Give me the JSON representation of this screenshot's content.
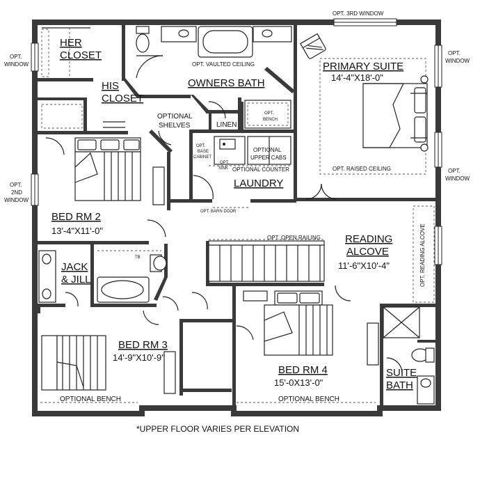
{
  "plan": {
    "rooms": {
      "her_closet": [
        "HER",
        "CLOSET"
      ],
      "his_closet": [
        "HIS",
        "CLOSET"
      ],
      "owners_bath": "OWNERS BATH",
      "primary_suite": "PRIMARY SUITE",
      "primary_suite_dim": "14'-4\"X18'-0\"",
      "laundry": "LAUNDRY",
      "linen": "LINEN",
      "bed2": "BED RM 2",
      "bed2_dim": "13'-4\"X11'-0\"",
      "jack_jill": [
        "JACK",
        "& JILL"
      ],
      "reading_alcove": [
        "READING",
        "ALCOVE"
      ],
      "reading_alcove_dim": "11'-6\"X10'-4\"",
      "bed3": "BED RM 3",
      "bed3_dim": "14'-9\"X10'-9\"",
      "bed4": "BED RM 4",
      "bed4_dim": "15'-0X13'-0\"",
      "suite_bath": [
        "SUITE",
        "BATH"
      ]
    },
    "notes": {
      "opt_3rd_window": "OPT. 3RD WINDOW",
      "opt_window_left": [
        "OPT.",
        "WINDOW"
      ],
      "opt_window_right_top": [
        "OPT.",
        "WINDOW"
      ],
      "opt_window_right_bottom": [
        "OPT.",
        "WINDOW"
      ],
      "opt_2nd_window": [
        "OPT.",
        "2ND",
        "WINDOW"
      ],
      "opt_vaulted_ceiling": "OPT. VAULTED CEILING",
      "optional_shelves": [
        "OPTIONAL",
        "SHELVES"
      ],
      "opt_bench_bath": [
        "OPT.",
        "BENCH"
      ],
      "opt_base_cabinet": [
        "OPT.",
        "BASE",
        "CABINET"
      ],
      "opt_sink": [
        "OPT.",
        "SINK"
      ],
      "optional_upper_cabs": [
        "OPTIONAL",
        "UPPER CABS"
      ],
      "optional_counter": "OPTIONAL COUNTER",
      "opt_raised_ceiling": "OPT. RAISED CEILING",
      "opt_barn_door": "OPT. BARN DOOR",
      "opt_open_railing": "OPT. OPEN RAILING",
      "opt_reading_alcove": "OPT. READING ALCOVE",
      "tb": "TB",
      "optional_bench_left": "OPTIONAL BENCH",
      "optional_bench_right": "OPTIONAL BENCH"
    },
    "footnote": "*UPPER FLOOR VARIES PER ELEVATION"
  }
}
